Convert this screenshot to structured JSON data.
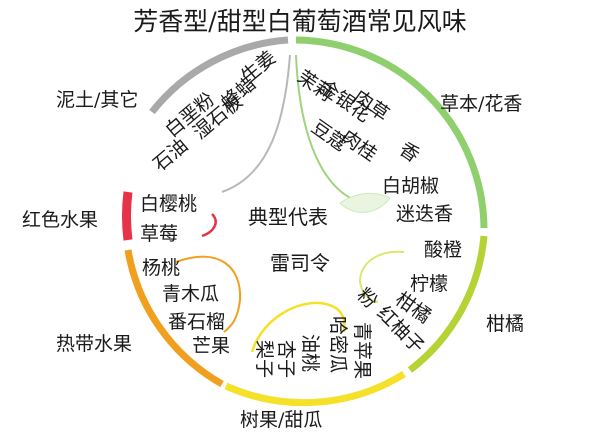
{
  "title": "芳香型/甜型白葡萄酒常见风味",
  "center": {
    "typical": "典型代表",
    "grape": "雷司令"
  },
  "categories": {
    "earth": {
      "label": "泥土/其它",
      "color": "#a9a9a9",
      "notes": [
        "生姜",
        "蜂蜡",
        "湿石板",
        "白垩粉",
        "石油"
      ]
    },
    "herbal": {
      "label": "草本/花香",
      "color": "#8fcf6d",
      "notes": [
        "茉莉",
        "金银花",
        "豆蔻",
        "肉桂",
        "肉草",
        "香",
        "白胡椒",
        "迷迭香"
      ]
    },
    "red": {
      "label": "红色水果",
      "color": "#e6334a",
      "notes": [
        "白樱桃",
        "草莓"
      ]
    },
    "citrus": {
      "label": "柑橘",
      "color": "#b5d334",
      "notes": [
        "酸橙",
        "柠檬",
        "柑橘",
        "红柚子",
        "粉"
      ]
    },
    "tropical": {
      "label": "热带水果",
      "color": "#f0a01e",
      "notes": [
        "杨桃",
        "青木瓜",
        "番石榴",
        "芒果"
      ]
    },
    "tree": {
      "label": "树果/甜瓜",
      "color": "#f5e02a",
      "notes": [
        "梨子",
        "杏子",
        "油桃",
        "哈密瓜",
        "青苹果"
      ]
    }
  }
}
